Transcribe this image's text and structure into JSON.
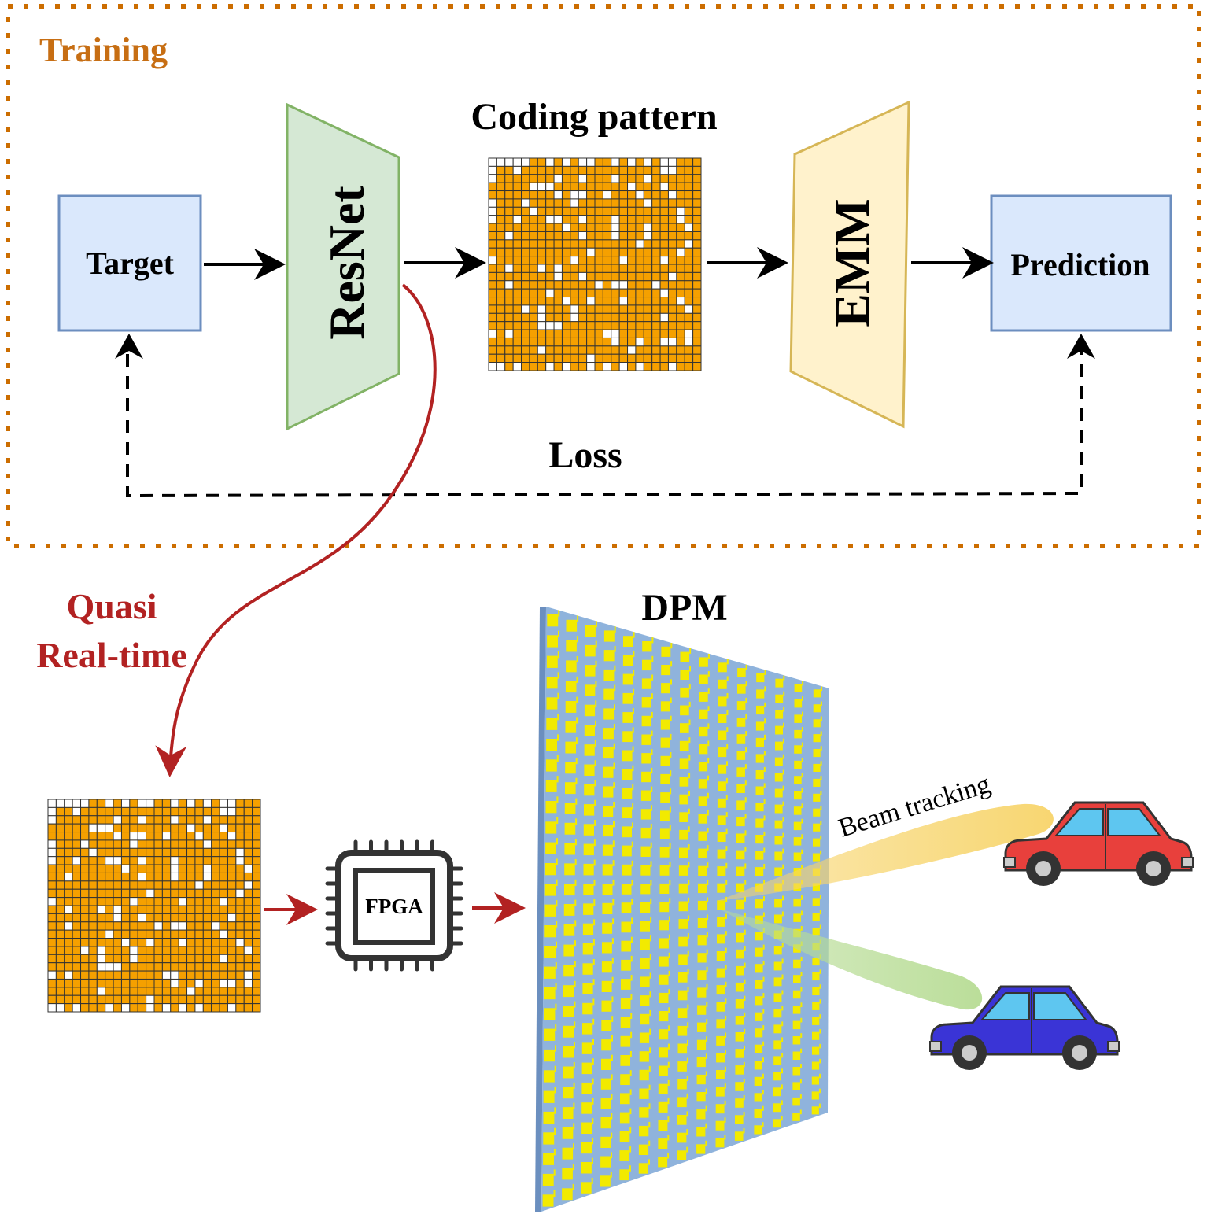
{
  "training": {
    "title": "Training",
    "target_label": "Target",
    "resnet_label": "ResNet",
    "coding_pattern_title": "Coding pattern",
    "emm_label": "EMM",
    "prediction_label": "Prediction",
    "loss_label": "Loss"
  },
  "deployment": {
    "quasi_line1": "Quasi",
    "quasi_line2": "Real-time",
    "fpga_label": "FPGA",
    "dpm_title": "DPM",
    "beam_label": "Beam tracking"
  },
  "colors": {
    "training_border": "#cc6d00",
    "training_title": "#c76e13",
    "box_fill": "#dae8fc",
    "box_stroke": "#6c8ebf",
    "resnet_fill": "#d5e8d4",
    "resnet_stroke": "#82b366",
    "emm_fill": "#fff2cc",
    "emm_stroke": "#d6b656",
    "pattern_on": "#f5a000",
    "red_curve": "#b22222",
    "dpm_fill": "#8fb3dc",
    "dpm_cell": "#f2ea00",
    "beam_yellow": "#f7d46a",
    "beam_green": "#b7dc94",
    "car_red": "#e8403c",
    "car_blue": "#3a34d6"
  },
  "patterns": {
    "training_grid": [
      "00000110101001101010100111",
      "01101111111111111111100111",
      "01111111011011101110111111",
      "11111000111111111011101111",
      "11111111010011011101110111",
      "01110111110111111110111111",
      "01111011111111111111111011",
      "01101110011011101111111011",
      "11111111101111101110111101",
      "11011111111011101110111111",
      "11111111111111111101111101",
      "11111111111101111111111011",
      "01111111110111110111101111",
      "11011101011111111111111111",
      "11111111011011111111110111",
      "11011111111110100111011111",
      "11111110111111111111101111",
      "11111111101101110111111011",
      "11110101110111111111111101",
      "11111101110111111111101111",
      "11111100011111111111111111",
      "01011111111111001111111101",
      "11111111111111101101100101",
      "11111101111111111011111111",
      "11111111111101111111111111",
      "00101110101101010101110111"
    ],
    "deploy_grid": [
      "00000110101001101010100111",
      "01101111111111111111100111",
      "01111111011011101110111111",
      "11111000111111111011101111",
      "11111111010011011101110111",
      "01110111110111111110111111",
      "01111011111111111111111011",
      "01101110011011101111111011",
      "11111111101111101110111101",
      "11011111111011101110111111",
      "11111111111111111101111101",
      "11111111111101111111111011",
      "01111111110111110111101111",
      "11011101011111111111111111",
      "11111111011011111111110111",
      "11011111111110100111011111",
      "11111110111111111111101111",
      "11111111101101110111111011",
      "11110101110111111111111101",
      "11111101110111111111101111",
      "11111100011111111111111111",
      "01011111111111001111111101",
      "11111111111111101101100101",
      "11111101111111111011111111",
      "11111111111101111111111111",
      "00101110101101010101110111"
    ]
  }
}
